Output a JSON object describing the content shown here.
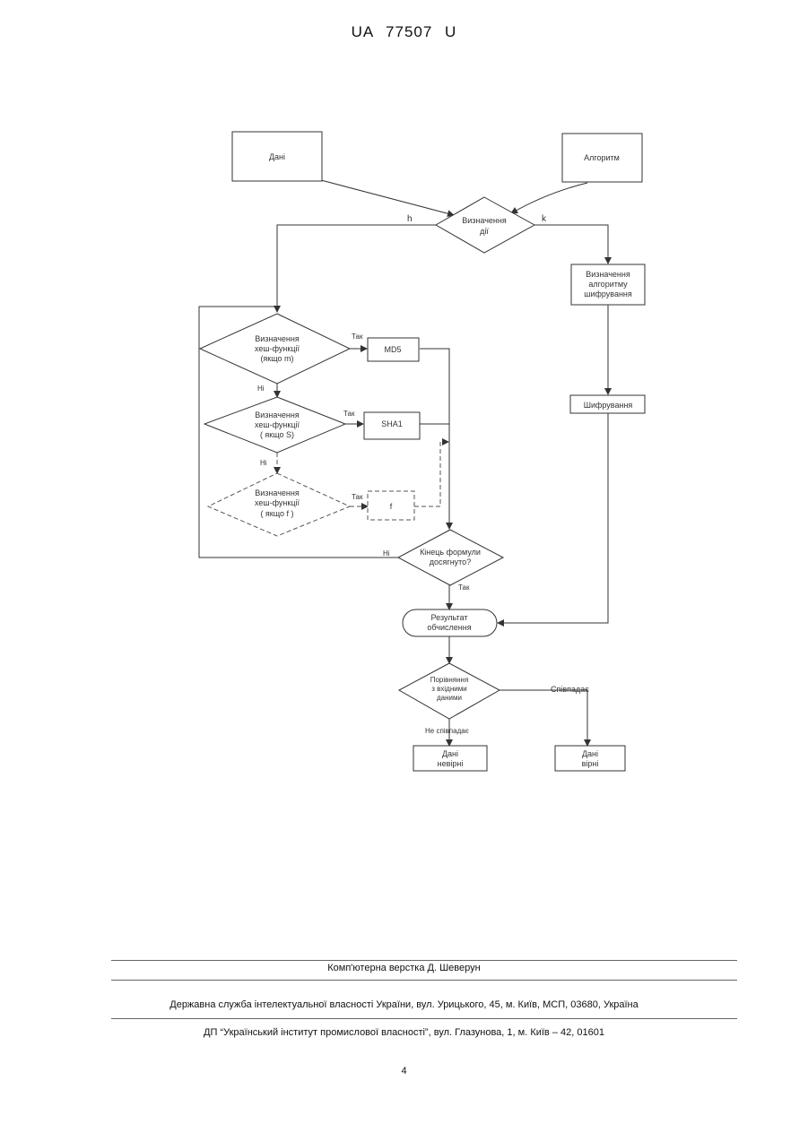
{
  "header": {
    "patent_number": "UA   77507   U"
  },
  "flowchart": {
    "data": "Дані",
    "algorithm": "Алгоритм",
    "action_line1": "Визначення",
    "action_line2": "дії",
    "branch_h": "h",
    "branch_k": "k",
    "alg_def_line1": "Визначення",
    "alg_def_line2": "алгоритму",
    "alg_def_line3": "шифрування",
    "hash_m_line1": "Визначення",
    "hash_m_line2": "хеш-функції",
    "hash_m_line3": "(якщо m)",
    "hash_s_line1": "Визначення",
    "hash_s_line2": "хеш-функції",
    "hash_s_line3": "( якщо  S)",
    "hash_f_line1": "Визначення",
    "hash_f_line2": "хеш-функції",
    "hash_f_line3": "( якщо  f )",
    "yes": "Так",
    "no": "Ні",
    "md5": "MD5",
    "sha1": "SHA1",
    "f_box": "f",
    "encryption": "Шифрування",
    "end_line1": "Кінець формули",
    "end_line2": "досягнуто?",
    "result_line1": "Результат",
    "result_line2": "обчислення",
    "compare_line1": "Порівняння",
    "compare_line2": "з вхідними",
    "compare_line3": "даними",
    "match": "Співпадає",
    "no_match": "Не співпадає",
    "invalid_line1": "Дані",
    "invalid_line2": "невірні",
    "valid_line1": "Дані",
    "valid_line2": "вірні"
  },
  "footer": {
    "typesetting": "Комп'ютерна верстка Д. Шеверун",
    "agency": "Державна служба інтелектуальної власності України, вул. Урицького, 45, м. Київ, МСП, 03680, Україна",
    "institute": "ДП “Український інститут промислової власності”, вул. Глазунова, 1, м. Київ – 42, 01601",
    "page_number": "4"
  }
}
